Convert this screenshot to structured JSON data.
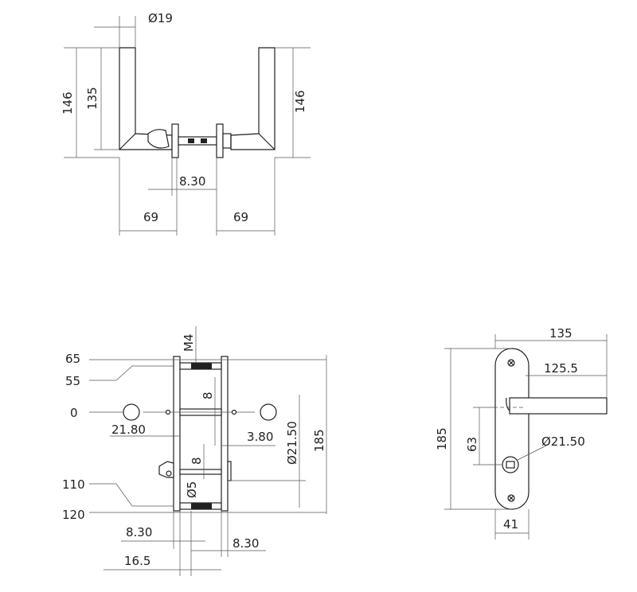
{
  "views": {
    "top": {
      "labels": {
        "diameter": "Ø19",
        "height_left": "146",
        "height_inner": "135",
        "height_right": "146",
        "spindle": "8.30",
        "width_left": "69",
        "width_right": "69"
      }
    },
    "side": {
      "labels": {
        "thread": "M4",
        "level_65": "65",
        "level_55": "55",
        "level_0": "0",
        "level_110": "110",
        "level_120": "120",
        "offset_left": "21.80",
        "square_upper": "8",
        "square_lower": "8",
        "offset_right": "3.80",
        "rose_diameter": "Ø21.50",
        "total_height": "185",
        "pin_diameter": "Ø5",
        "spindle_left": "8.30",
        "spindle_right": "8.30",
        "depth": "16.5"
      }
    },
    "front": {
      "labels": {
        "length": "135",
        "lever_length": "125.5",
        "plate_height": "185",
        "center_distance": "63",
        "rose_diameter": "Ø21.50",
        "plate_width": "41"
      }
    }
  },
  "colors": {
    "line": "#222222",
    "dimension": "#555555"
  }
}
